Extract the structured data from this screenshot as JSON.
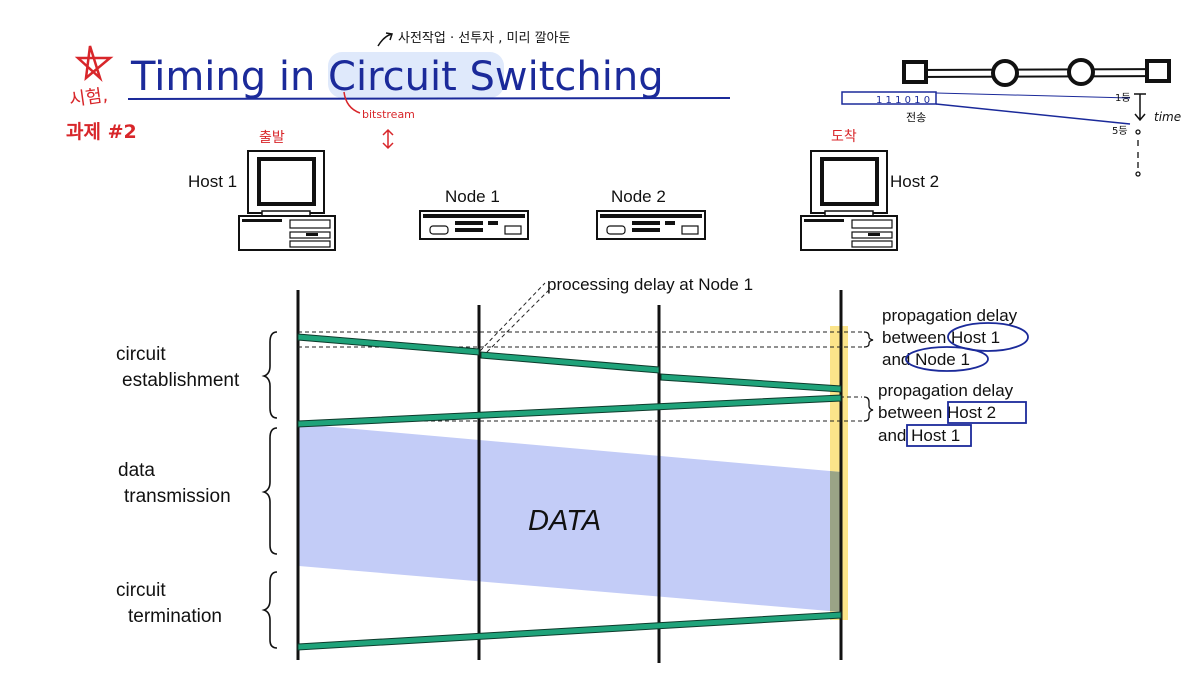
{
  "title": "Timing in Circuit Switching",
  "annotations": {
    "exam_mark": "시험,",
    "assignment": "과제 #2",
    "korean_note_top": "사전작업 · 선투자 , 미리 깔아둔",
    "bitstream": "bitstream",
    "depart": "출발",
    "arrive": "도착",
    "bits_example": "1 1 1 0 1 0",
    "transfer": "전송",
    "first_bit": "1등",
    "last_bit": "5등",
    "time": "time"
  },
  "devices": {
    "host1": "Host 1",
    "node1": "Node 1",
    "node2": "Node 2",
    "host2": "Host 2"
  },
  "phases": {
    "establish_1": "circuit",
    "establish_2": "establishment",
    "data_1": "data",
    "data_2": "transmission",
    "term_1": "circuit",
    "term_2": "termination"
  },
  "callouts": {
    "processing_delay": "processing delay at Node 1",
    "prop1_line1": "propagation delay",
    "prop1_line2": "between Host 1",
    "prop1_line3": "and Node 1",
    "prop2_line1": "propagation delay",
    "prop2_line2": "between Host 2",
    "prop2_line3": "and Host 1"
  },
  "data_label": "DATA",
  "colors": {
    "title": "#1b2a9a",
    "signal": "#1fa37a",
    "data_region": "#c3ccf7",
    "highlight": "#fbe48a",
    "handwriting_red": "#d8262a",
    "handwriting_blue": "#1b2a9a"
  }
}
